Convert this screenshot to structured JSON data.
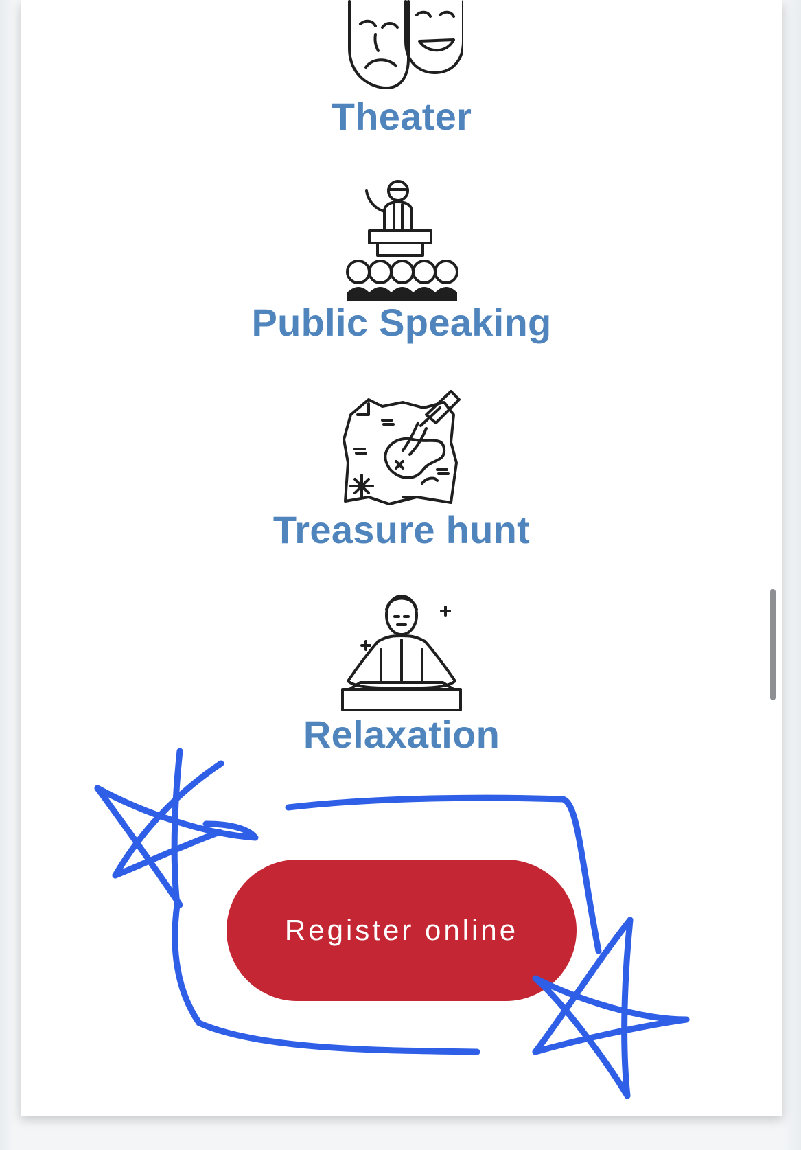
{
  "activities": [
    {
      "label": "Theater",
      "icon": "theater-masks-icon"
    },
    {
      "label": "Public Speaking",
      "icon": "speaker-podium-audience-icon"
    },
    {
      "label": "Treasure hunt",
      "icon": "treasure-map-icon"
    },
    {
      "label": "Relaxation",
      "icon": "meditation-icon"
    }
  ],
  "register_button": {
    "label": "Register online",
    "color": "#c42733"
  },
  "colors": {
    "label_blue": "#4f85bc",
    "annotation_ink": "#2f5fe6"
  }
}
